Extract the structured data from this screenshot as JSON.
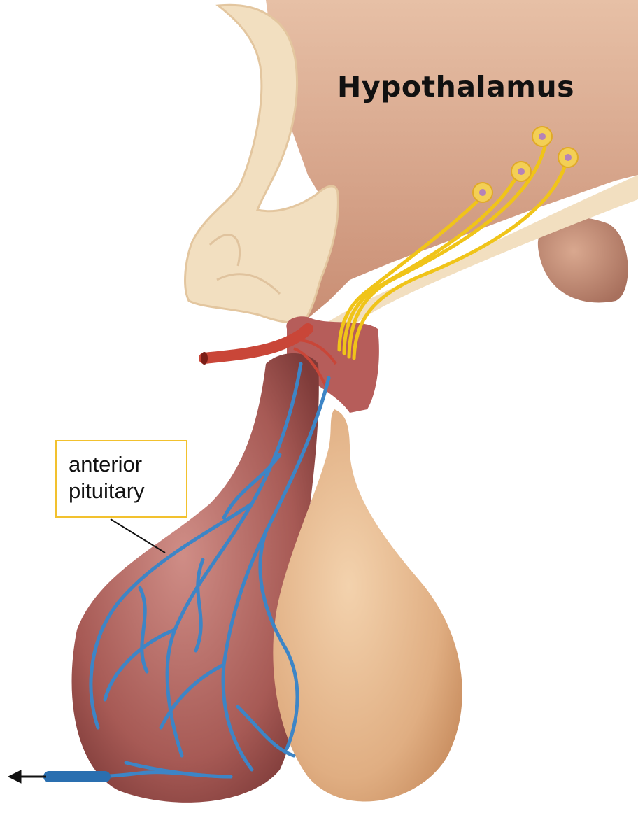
{
  "diagram": {
    "title": "Hypothalamus",
    "labels": [
      {
        "lines": [
          "anterior",
          "pituitary"
        ]
      }
    ],
    "colors": {
      "hypothalamus_tissue": "#d8a88c",
      "membrane": "#f2dfc0",
      "posterior_lobe": "#e2b48a",
      "anterior_lobe": "#a85d58",
      "vein": "#3d85c6",
      "artery": "#cc4a3a",
      "axon": "#f0c419",
      "label_border": "#f2c12e"
    }
  }
}
